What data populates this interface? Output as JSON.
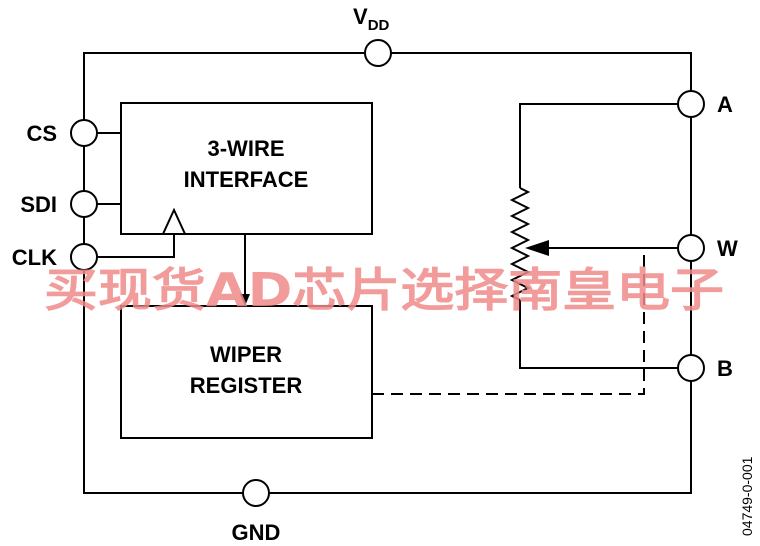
{
  "pins": {
    "vdd_main": "V",
    "vdd_sub": "DD",
    "gnd": "GND",
    "cs": "CS",
    "sdi": "SDI",
    "clk": "CLK",
    "a": "A",
    "w": "W",
    "b": "B"
  },
  "blocks": {
    "interface_line1": "3-WIRE",
    "interface_line2": "INTERFACE",
    "register_line1": "WIPER",
    "register_line2": "REGISTER"
  },
  "watermark": "买现货AD芯片选择南皇电子",
  "figure_id": "04749-0-001",
  "colors": {
    "line": "#000000",
    "watermark": "#f08a8a"
  }
}
